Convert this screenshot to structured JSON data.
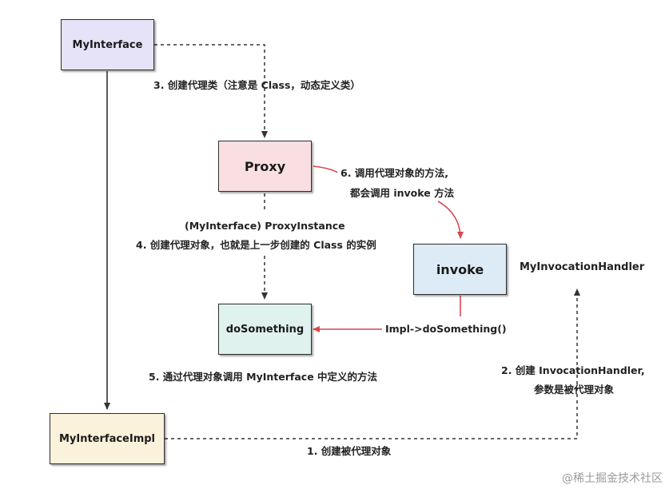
{
  "nodes": {
    "my_interface": "MyInterface",
    "proxy": "Proxy",
    "invoke": "invoke",
    "do_something": "doSomething",
    "my_interface_impl": "MyInterfaceImpl",
    "invocation_handler": "MyInvocationHandler"
  },
  "labels": {
    "step1": "1. 创建被代理对象",
    "step2_line1": "2. 创建 InvocationHandler,",
    "step2_line2": "参数是被代理对象",
    "step3": "3. 创建代理类（注意是 Class，动态定义类）",
    "step4_line1": "(MyInterface) ProxyInstance",
    "step4_line2": "4. 创建代理对象，也就是上一步创建的 Class 的实例",
    "step5": "5. 通过代理对象调用 MyInterface 中定义的方法",
    "step6_line1": "6. 调用代理对象的方法,",
    "step6_line2": "都会调用 invoke 方法",
    "impl_call": "Impl->doSomething()"
  },
  "colors": {
    "my_interface_fill": "#e6e3f8",
    "proxy_fill": "#f9dfe2",
    "invoke_fill": "#dcebf6",
    "do_something_fill": "#e0f2ee",
    "impl_fill": "#fbf2db",
    "red_arrow": "#d9474f",
    "dark_line": "#333333"
  },
  "watermark": "@稀土掘金技术社区"
}
